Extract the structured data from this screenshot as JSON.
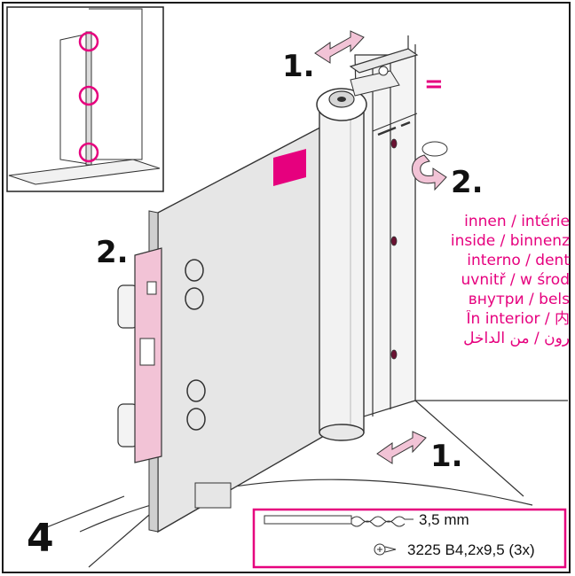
{
  "step_number": "4",
  "labels": {
    "step1_top": "1.",
    "step1_bottom": "1.",
    "step2_left": "2.",
    "step2_right": "2.",
    "equal_sign": "="
  },
  "inside_text": [
    "innen / intérie",
    "inside / binnenz",
    "interno / dent",
    "uvnitř / w środ",
    "внутри / bels",
    "În interior / 内",
    "رون / من الداخل"
  ],
  "parts": {
    "drill_size": "3,5 mm",
    "screw_spec": "3225 B4,2x9,5 (3x)"
  },
  "colors": {
    "accent": "#e6007e",
    "arrow_fill": "#f2c3d6",
    "door_panel": "#e6e6e6",
    "hinge": "#f2f2f2"
  }
}
